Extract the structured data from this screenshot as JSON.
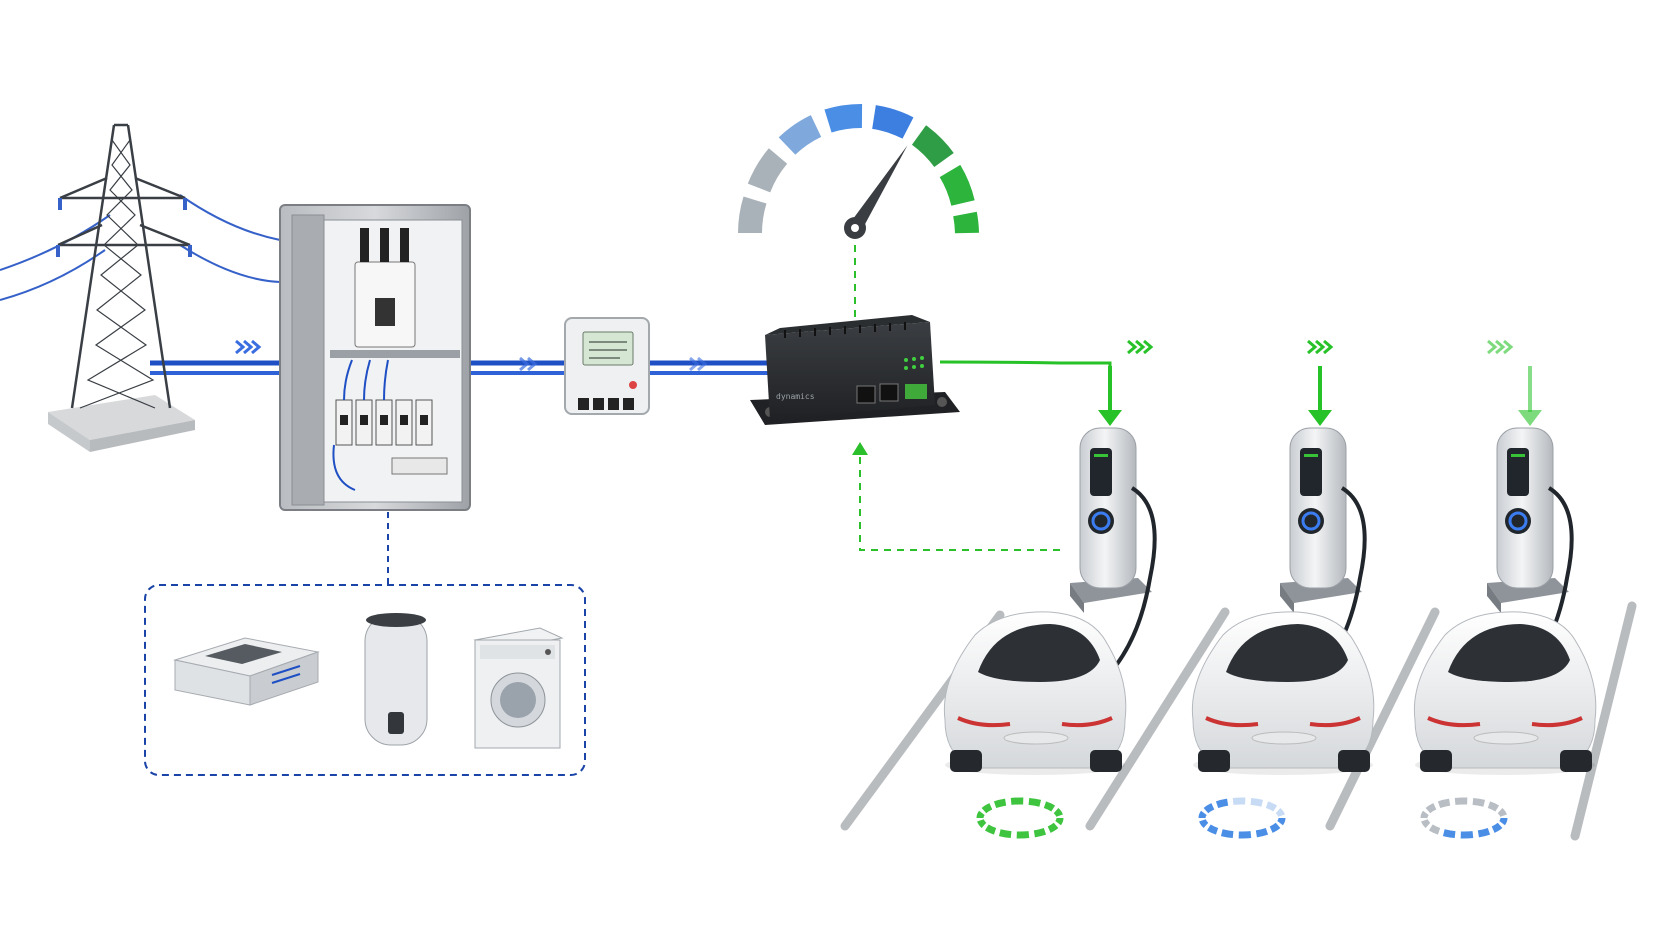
{
  "diagram": {
    "nodes": [
      {
        "id": "pylon",
        "label": "",
        "icon": "transmission-tower-icon"
      },
      {
        "id": "cabinet",
        "label": "",
        "icon": "distribution-cabinet-icon"
      },
      {
        "id": "meter",
        "label": "",
        "icon": "energy-meter-icon"
      },
      {
        "id": "gateway",
        "label": "",
        "icon": "load-management-gateway-icon"
      },
      {
        "id": "gauge",
        "label": "",
        "icon": "power-gauge-icon"
      },
      {
        "id": "charger-1",
        "label": "",
        "icon": "ev-charger-icon"
      },
      {
        "id": "charger-2",
        "label": "",
        "icon": "ev-charger-icon"
      },
      {
        "id": "charger-3",
        "label": "",
        "icon": "ev-charger-icon"
      },
      {
        "id": "car-1",
        "label": "",
        "icon": "electric-car-icon"
      },
      {
        "id": "car-2",
        "label": "",
        "icon": "electric-car-icon"
      },
      {
        "id": "car-3",
        "label": "",
        "icon": "electric-car-icon"
      },
      {
        "id": "hvac",
        "label": "",
        "icon": "hvac-unit-icon"
      },
      {
        "id": "water-heater",
        "label": "",
        "icon": "water-heater-icon"
      },
      {
        "id": "washer",
        "label": "",
        "icon": "washing-machine-icon"
      }
    ],
    "edges": [
      {
        "from": "pylon",
        "to": "cabinet",
        "style": "power"
      },
      {
        "from": "cabinet",
        "to": "meter",
        "style": "power"
      },
      {
        "from": "meter",
        "to": "gateway",
        "style": "power"
      },
      {
        "from": "gateway",
        "to": "charger-1",
        "style": "managed-power"
      },
      {
        "from": "gateway",
        "to": "charger-2",
        "style": "managed-power"
      },
      {
        "from": "gateway",
        "to": "charger-3",
        "style": "managed-power"
      },
      {
        "from": "charger-1",
        "to": "gateway",
        "style": "feedback-dashed"
      },
      {
        "from": "gateway",
        "to": "gauge",
        "style": "feedback-dashed"
      },
      {
        "from": "cabinet",
        "to": "household-loads",
        "style": "dashed-group"
      }
    ],
    "groups": [
      {
        "id": "household-loads",
        "label": "",
        "members": [
          "hvac",
          "water-heater",
          "washer"
        ]
      }
    ],
    "texts": {
      "gateway_brand": "dynamics"
    },
    "levels": {
      "gauge_needle_fraction": 0.68,
      "charge_ring_1_fraction": 1.0,
      "charge_ring_2_fraction": 0.65,
      "charge_ring_3_fraction": 0.35
    },
    "colors": {
      "grid_blue": "#1f4fc4",
      "arrow_blue": "#3a6de0",
      "managed_green": "#27c227",
      "gauge_grey": "#a8b0b8",
      "gauge_blue": "#4a8ee6",
      "gauge_green": "#2cb43c",
      "group_border": "#1a44a8"
    }
  }
}
